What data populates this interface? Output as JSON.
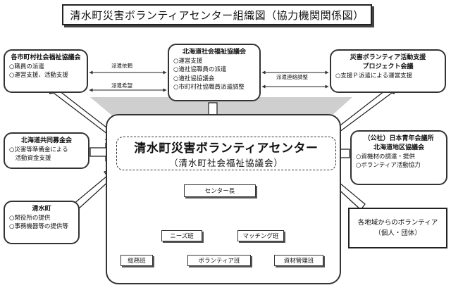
{
  "title": "清水町災害ボランティアセンター組織図（協力機関関係図）",
  "center": {
    "name": "清水町災害ボランティアセンター",
    "sub": "（清水町社会福祉協議会）"
  },
  "boxes": {
    "municipal": {
      "heading": "各市町村社会福祉協議会",
      "items": [
        "○職員の派遣",
        "○運営支援、活動支援"
      ]
    },
    "hokkaido": {
      "heading": "北海道社会福祉協議会",
      "items": [
        "○運営支援",
        "○道社協職員の派遣",
        "○道社協協議会",
        "○市町村社協職員派遣調整"
      ]
    },
    "project": {
      "heading1": "災害ボランティア活動支援",
      "heading2": "プロジェクト会議",
      "items": [
        "○支援Ｐ派遣による運営支援"
      ]
    },
    "kyodo": {
      "heading": "北海道共同募金会",
      "items": [
        "○災害等準備金による",
        "　活動資金支援"
      ]
    },
    "shimizu": {
      "heading": "清水町",
      "items": [
        "○閑役所の提供",
        "○事務機器等の提供等"
      ]
    },
    "youth": {
      "heading1": "（公社）日本青年会議所",
      "heading2": "北海道地区協議会",
      "items": [
        "○資機材の調達・提供",
        "○ボランティア活動協力"
      ]
    },
    "volunteers": {
      "line1": "各地域からのボランティア",
      "line2": "（個人・団体）"
    }
  },
  "arrows": {
    "dispatch_request": "派遣依頼",
    "dispatch_hope": "派遣希望",
    "dispatch_coordination": "派遣連絡調整"
  },
  "org": {
    "chief": "センター長",
    "needs": "ニーズ班",
    "matching": "マッチング班",
    "general": "総務班",
    "volunteer": "ボランティア班",
    "materials": "資材管理班"
  }
}
